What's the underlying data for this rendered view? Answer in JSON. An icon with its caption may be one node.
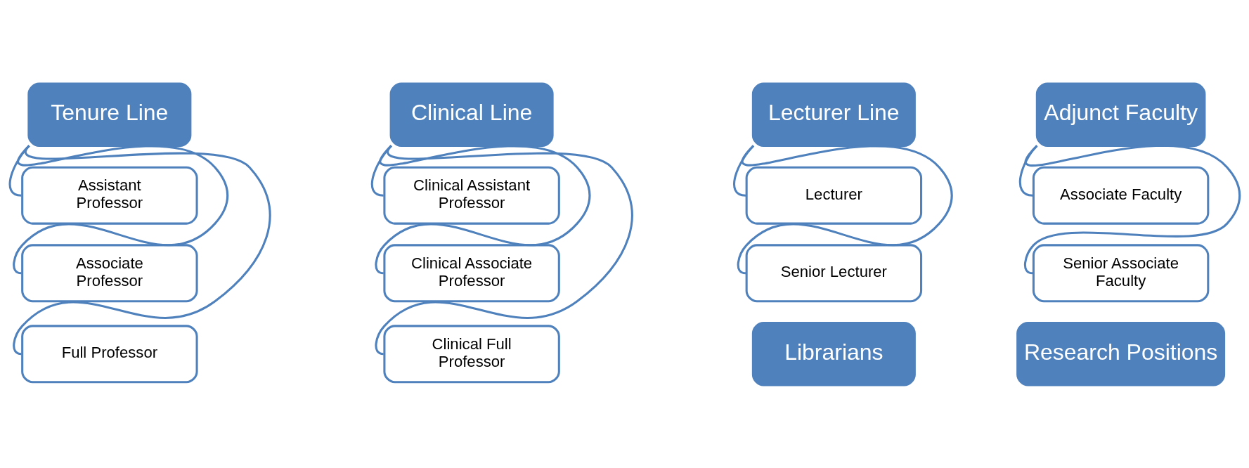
{
  "diagram": {
    "nodes": [
      {
        "text": [
          "Tenure Line"
        ]
      },
      {
        "text": [
          "Assistant Professor"
        ]
      },
      {
        "text": [
          "Associate Professor"
        ]
      },
      {
        "text": [
          "Full Professor"
        ]
      },
      {
        "text": [
          "Clinical Line"
        ]
      },
      {
        "text": [
          "Clinical Assistant Professor"
        ]
      },
      {
        "text": [
          "Clinical Associate Professor"
        ]
      },
      {
        "text": [
          "Clinical Full Professor"
        ]
      },
      {
        "text": [
          "Lecturer Line"
        ]
      },
      {
        "text": [
          "Lecturer"
        ]
      },
      {
        "text": [
          "Senior Lecturer"
        ]
      },
      {
        "text": [
          "Adjunct Faculty"
        ]
      },
      {
        "text": [
          "Associate Faculty"
        ]
      },
      {
        "text": [
          "Senior Associate Faculty"
        ]
      },
      {
        "text": [
          "Librarians"
        ]
      },
      {
        "text": [
          "Research Positions"
        ]
      }
    ],
    "edges": [
      {
        "from": 0,
        "to": 1,
        "arrow": "none"
      },
      {
        "from": 0,
        "to": 2,
        "arrow": "none"
      },
      {
        "from": 0,
        "to": 3,
        "arrow": "none"
      },
      {
        "from": 4,
        "to": 5,
        "arrow": "none"
      },
      {
        "from": 4,
        "to": 6,
        "arrow": "none"
      },
      {
        "from": 4,
        "to": 7,
        "arrow": "none"
      },
      {
        "from": 8,
        "to": 9,
        "arrow": "none"
      },
      {
        "from": 8,
        "to": 10,
        "arrow": "none"
      },
      {
        "from": 11,
        "to": 12,
        "arrow": "none"
      },
      {
        "from": 11,
        "to": 13,
        "arrow": "none"
      }
    ]
  }
}
